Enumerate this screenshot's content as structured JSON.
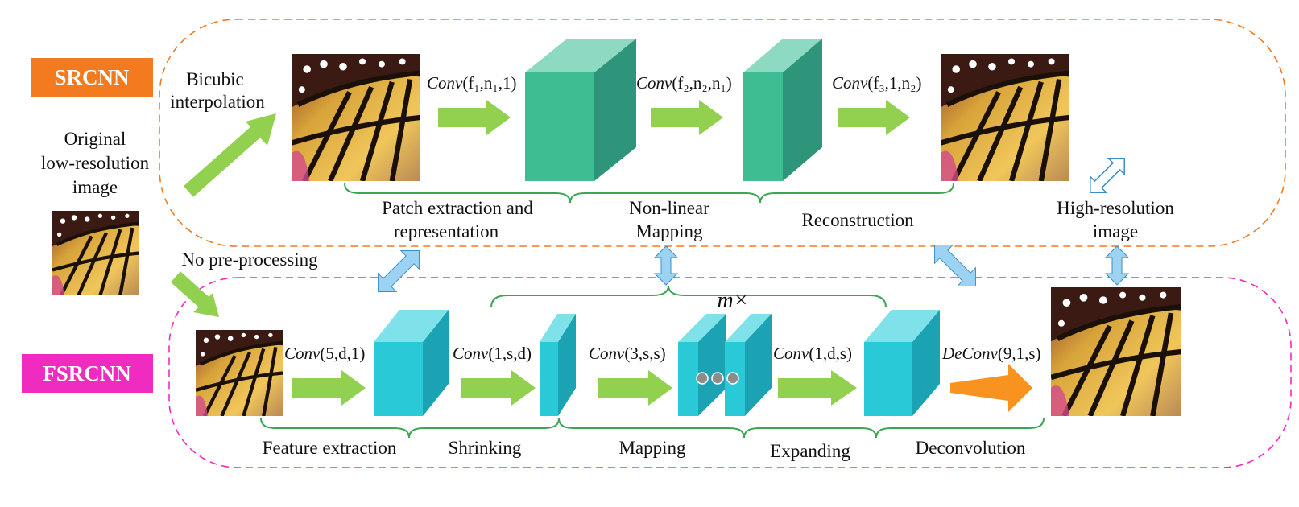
{
  "srcnn": {
    "tag": "SRCNN",
    "interp_line1": "Bicubic",
    "interp_line2": "interpolation",
    "conv1_fn": "Conv",
    "conv1_args": "(f₁,n₁,1)",
    "conv2_fn": "Conv",
    "conv2_args": "(f₂,n₂,n₁)",
    "conv3_fn": "Conv",
    "conv3_args": "(f₃,1,n₂)",
    "stage1_line1": "Patch extraction and",
    "stage1_line2": "representation",
    "stage2_line1": "Non-linear",
    "stage2_line2": "Mapping",
    "stage3": "Reconstruction"
  },
  "input": {
    "line1": "Original",
    "line2": "low-resolution",
    "line3": "image",
    "no_preprocessing": "No pre-processing"
  },
  "output": {
    "line1": "High-resolution",
    "line2": "image"
  },
  "fsrcnn": {
    "tag": "FSRCNN",
    "repeat": "m×",
    "conv1_fn": "Conv",
    "conv1_args": "(5,d,1)",
    "conv2_fn": "Conv",
    "conv2_args": "(1,s,d)",
    "conv3_fn": "Conv",
    "conv3_args": "(3,s,s)",
    "conv4_fn": "Conv",
    "conv4_args": "(1,d,s)",
    "deconv_fn": "DeConv",
    "deconv_args": "(9,1,s)",
    "stage1": "Feature extraction",
    "stage2": "Shrinking",
    "stage3": "Mapping",
    "stage4": "Expanding",
    "stage5": "Deconvolution"
  },
  "colors": {
    "srcnn_accent": "#f47a20",
    "fsrcnn_accent": "#f02cc0",
    "arrow_green": "#92d050",
    "arrow_orange": "#f7931e",
    "srcnn_block": "#3dbd91",
    "fsrcnn_block": "#2ac9d8",
    "brace": "#3aa655",
    "double_arrow": "#9dd3f2"
  }
}
